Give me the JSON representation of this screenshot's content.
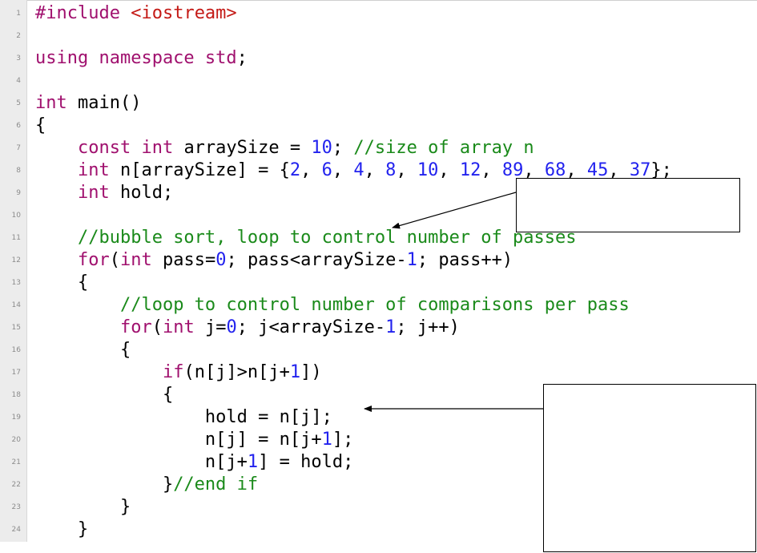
{
  "editor": {
    "lines": [
      [
        [
          "pp",
          "#include "
        ],
        [
          "str",
          "<iostream>"
        ]
      ],
      [],
      [
        [
          "kw",
          "using namespace "
        ],
        [
          "kw",
          "std"
        ],
        [
          "plain",
          ";"
        ]
      ],
      [],
      [
        [
          "kw",
          "int "
        ],
        [
          "plain",
          "main()"
        ]
      ],
      [
        [
          "plain",
          "{"
        ]
      ],
      [
        [
          "plain",
          "    "
        ],
        [
          "kw",
          "const int "
        ],
        [
          "plain",
          "arraySize = "
        ],
        [
          "num",
          "10"
        ],
        [
          "plain",
          "; "
        ],
        [
          "cm",
          "//size of array n"
        ]
      ],
      [
        [
          "plain",
          "    "
        ],
        [
          "kw",
          "int "
        ],
        [
          "plain",
          "n[arraySize] = {"
        ],
        [
          "num",
          "2"
        ],
        [
          "plain",
          ", "
        ],
        [
          "num",
          "6"
        ],
        [
          "plain",
          ", "
        ],
        [
          "num",
          "4"
        ],
        [
          "plain",
          ", "
        ],
        [
          "num",
          "8"
        ],
        [
          "plain",
          ", "
        ],
        [
          "num",
          "10"
        ],
        [
          "plain",
          ", "
        ],
        [
          "num",
          "12"
        ],
        [
          "plain",
          ", "
        ],
        [
          "num",
          "89"
        ],
        [
          "plain",
          ", "
        ],
        [
          "num",
          "68"
        ],
        [
          "plain",
          ", "
        ],
        [
          "num",
          "45"
        ],
        [
          "plain",
          ", "
        ],
        [
          "num",
          "37"
        ],
        [
          "plain",
          "};"
        ]
      ],
      [
        [
          "plain",
          "    "
        ],
        [
          "kw",
          "int "
        ],
        [
          "plain",
          "hold;"
        ]
      ],
      [],
      [
        [
          "plain",
          "    "
        ],
        [
          "cm",
          "//bubble sort, loop to control number of passes"
        ]
      ],
      [
        [
          "plain",
          "    "
        ],
        [
          "kw",
          "for"
        ],
        [
          "plain",
          "("
        ],
        [
          "kw",
          "int "
        ],
        [
          "plain",
          "pass="
        ],
        [
          "num",
          "0"
        ],
        [
          "plain",
          "; pass<arraySize-"
        ],
        [
          "num",
          "1"
        ],
        [
          "plain",
          "; pass++)"
        ]
      ],
      [
        [
          "plain",
          "    {"
        ]
      ],
      [
        [
          "plain",
          "        "
        ],
        [
          "cm",
          "//loop to control number of comparisons per pass"
        ]
      ],
      [
        [
          "plain",
          "        "
        ],
        [
          "kw",
          "for"
        ],
        [
          "plain",
          "("
        ],
        [
          "kw",
          "int "
        ],
        [
          "plain",
          "j="
        ],
        [
          "num",
          "0"
        ],
        [
          "plain",
          "; j<arraySize-"
        ],
        [
          "num",
          "1"
        ],
        [
          "plain",
          "; j++)"
        ]
      ],
      [
        [
          "plain",
          "        {"
        ]
      ],
      [
        [
          "plain",
          "            "
        ],
        [
          "kw",
          "if"
        ],
        [
          "plain",
          "(n[j]>n[j+"
        ],
        [
          "num",
          "1"
        ],
        [
          "plain",
          "])"
        ]
      ],
      [
        [
          "plain",
          "            {"
        ]
      ],
      [
        [
          "plain",
          "                hold = n[j];"
        ]
      ],
      [
        [
          "plain",
          "                n[j] = n[j+"
        ],
        [
          "num",
          "1"
        ],
        [
          "plain",
          "];"
        ]
      ],
      [
        [
          "plain",
          "                n[j+"
        ],
        [
          "num",
          "1"
        ],
        [
          "plain",
          "] = hold;"
        ]
      ],
      [
        [
          "plain",
          "            }"
        ],
        [
          "cm",
          "//end if"
        ]
      ],
      [
        [
          "plain",
          "        }"
        ]
      ],
      [
        [
          "plain",
          "    }"
        ]
      ]
    ],
    "line_numbers": [
      "1",
      "2",
      "3",
      "4",
      "5",
      "6",
      "7",
      "8",
      "9",
      "10",
      "11",
      "12",
      "13",
      "14",
      "15",
      "16",
      "17",
      "18",
      "19",
      "20",
      "21",
      "22",
      "23",
      "24"
    ]
  },
  "annotations": {
    "box1_text": "",
    "box2_text": ""
  }
}
